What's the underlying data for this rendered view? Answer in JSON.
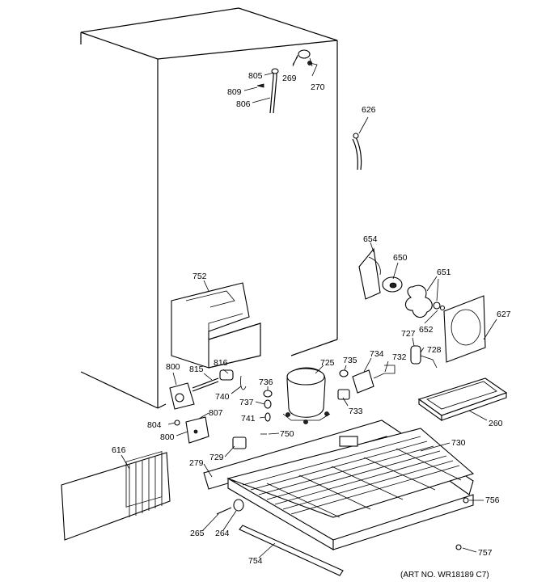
{
  "art_number": "(ART NO. WR18189 C7)",
  "callouts": [
    {
      "id": "805",
      "text": "805"
    },
    {
      "id": "269",
      "text": "269"
    },
    {
      "id": "270",
      "text": "270"
    },
    {
      "id": "809",
      "text": "809"
    },
    {
      "id": "806",
      "text": "806"
    },
    {
      "id": "626",
      "text": "626"
    },
    {
      "id": "654",
      "text": "654"
    },
    {
      "id": "650",
      "text": "650"
    },
    {
      "id": "651",
      "text": "651"
    },
    {
      "id": "627",
      "text": "627"
    },
    {
      "id": "652",
      "text": "652"
    },
    {
      "id": "727",
      "text": "727"
    },
    {
      "id": "728",
      "text": "728"
    },
    {
      "id": "752",
      "text": "752"
    },
    {
      "id": "725",
      "text": "725"
    },
    {
      "id": "735",
      "text": "735"
    },
    {
      "id": "734",
      "text": "734"
    },
    {
      "id": "732",
      "text": "732"
    },
    {
      "id": "816",
      "text": "816"
    },
    {
      "id": "800a",
      "text": "800"
    },
    {
      "id": "815",
      "text": "815"
    },
    {
      "id": "736",
      "text": "736"
    },
    {
      "id": "740",
      "text": "740"
    },
    {
      "id": "737",
      "text": "737"
    },
    {
      "id": "733",
      "text": "733"
    },
    {
      "id": "260",
      "text": "260"
    },
    {
      "id": "804",
      "text": "804"
    },
    {
      "id": "807",
      "text": "807"
    },
    {
      "id": "741",
      "text": "741"
    },
    {
      "id": "800b",
      "text": "800"
    },
    {
      "id": "750",
      "text": "750"
    },
    {
      "id": "730",
      "text": "730"
    },
    {
      "id": "616",
      "text": "616"
    },
    {
      "id": "729",
      "text": "729"
    },
    {
      "id": "279",
      "text": "279"
    },
    {
      "id": "756",
      "text": "756"
    },
    {
      "id": "265",
      "text": "265"
    },
    {
      "id": "264",
      "text": "264"
    },
    {
      "id": "754",
      "text": "754"
    },
    {
      "id": "757",
      "text": "757"
    }
  ]
}
